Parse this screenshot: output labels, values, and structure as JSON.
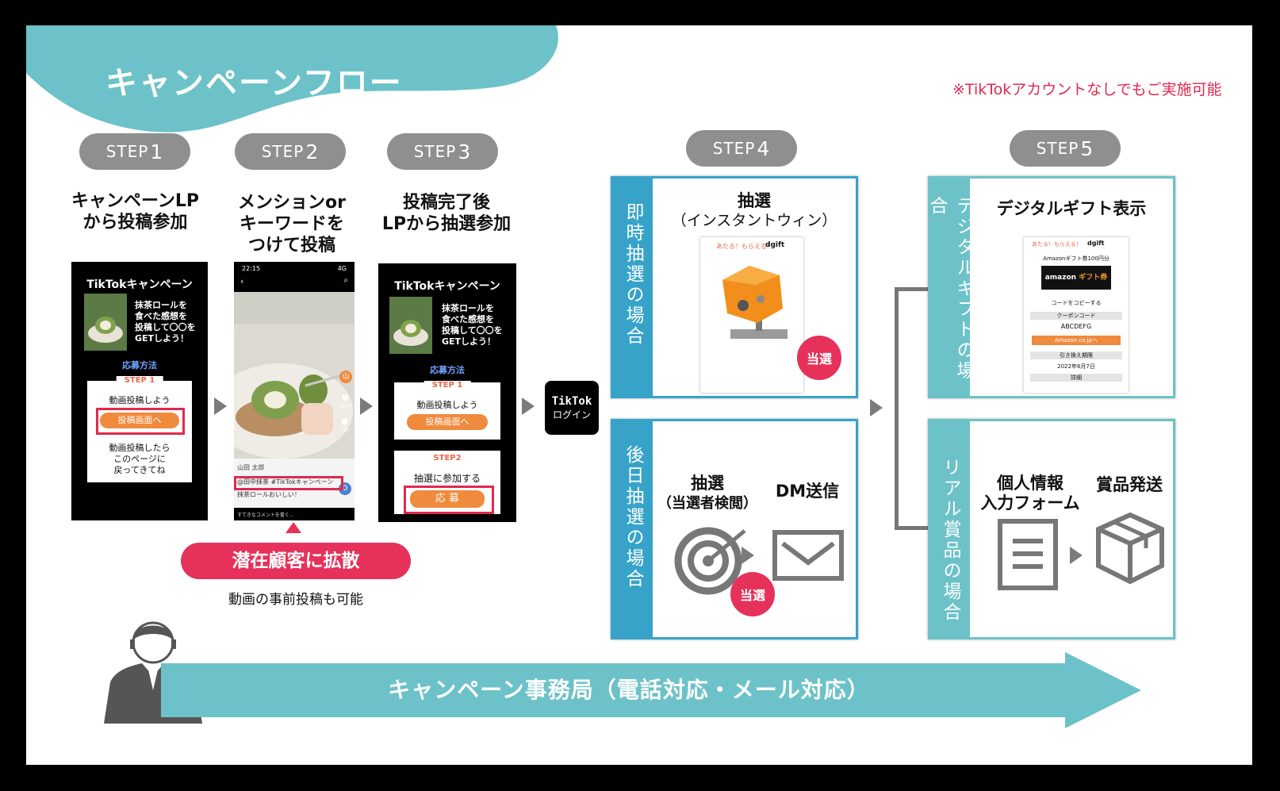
{
  "title": "キャンペーンフロー",
  "note": "※TikTokアカウントなしでもご実施可能",
  "steps": [
    {
      "prefix": "STEP",
      "num": "1",
      "desc_line1": "キャンペーンLP",
      "desc_line2": "から投稿参加"
    },
    {
      "prefix": "STEP",
      "num": "2",
      "desc_line1": "メンションor",
      "desc_line2": "キーワードを",
      "desc_line3": "つけて投稿"
    },
    {
      "prefix": "STEP",
      "num": "3",
      "desc_line1": "投稿完了後",
      "desc_line2": "LPから抽選参加"
    },
    {
      "prefix": "STEP",
      "num": "4"
    },
    {
      "prefix": "STEP",
      "num": "5"
    }
  ],
  "phone1": {
    "title": "TikTokキャンペーン",
    "promo": [
      "抹茶ロールを",
      "食べた感想を",
      "投稿して〇〇を",
      "GETしよう！"
    ],
    "how_to": "応募方法",
    "step_tag": "STEP 1",
    "post_label": "動画投稿しよう",
    "post_button": "投稿画面へ",
    "after_text": [
      "動画投稿したら",
      "このページに",
      "戻ってきてね"
    ]
  },
  "phone2": {
    "status_time": "22:15",
    "status_right": "4G",
    "user": "山田 太郎",
    "caption": "@田中抹茶 #TikTokキャンペーン",
    "comment": "抹茶ロールおいしい！",
    "comment_placeholder": "すてきなコメントを書く...",
    "like_count": "8470",
    "comment_count": "27",
    "avatar": "山"
  },
  "phone3": {
    "title": "TikTokキャンペーン",
    "promo": [
      "抹茶ロールを",
      "食べた感想を",
      "投稿して〇〇を",
      "GETしよう！"
    ],
    "how_to": "応募方法",
    "step1_tag": "STEP 1",
    "post_label": "動画投稿しよう",
    "post_button": "投稿画面へ",
    "step2_tag": "STEP2",
    "join_label": "抽選に参加する",
    "apply_button": "応 募"
  },
  "spread": {
    "label": "潜在顧客に拡散",
    "sub": "動画の事前投稿も可能"
  },
  "tiktok_login": {
    "line1": "TikTok",
    "line2": "ログイン"
  },
  "instant": {
    "side": "即時抽選の場合",
    "title_line1": "抽選",
    "title_line2": "（インスタントウィン）",
    "mock_header": "あたる！もらえる！",
    "brand": "dgift",
    "badge": "当選"
  },
  "later": {
    "side": "後日抽選の場合",
    "lottery_line1": "抽選",
    "lottery_line2": "（当選者検閲）",
    "dm": "DM送信",
    "badge": "当選"
  },
  "digital": {
    "side": "デジタルギフトの場合",
    "title": "デジタルギフト表示",
    "mock_header": "あたる！もらえる！",
    "brand": "dgift",
    "gift_name": "Amazonギフト券100円分",
    "card_text": "amazon",
    "card_sub": "ギフト券",
    "copy_label": "コードをコピーする",
    "coupon_label": "クーポンコード",
    "coupon_code": "ABCDEFG",
    "link_button": "Amazon.co.jpへ",
    "exchange_label": "引き換え期限",
    "date": "2022年6月7日",
    "detail": "詳細"
  },
  "real": {
    "side": "リアル賞品の場合",
    "form_line1": "個人情報",
    "form_line2": "入力フォーム",
    "ship": "賞品発送"
  },
  "office": "キャンペーン事務局（電話対応・メール対応）",
  "colors": {
    "teal": "#6cc2c8",
    "blue": "#37a3c9",
    "pink": "#e6315a",
    "gray": "#8f8f8f",
    "orange": "#f08a3c"
  }
}
